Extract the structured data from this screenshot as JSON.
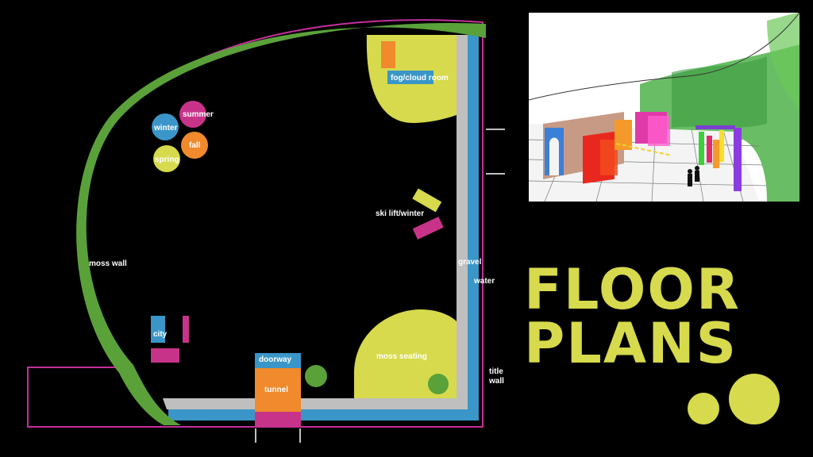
{
  "title": {
    "line1": "FLOOR",
    "line2": "PLANS"
  },
  "labels": {
    "seasons": {
      "summer": "summer",
      "winter": "winter",
      "fall": "fall",
      "spring": "spring"
    },
    "fog_cloud_room": "fog/cloud room",
    "ski_lift": "ski lift/winter",
    "moss_wall": "moss wall",
    "gravel": "gravel",
    "water": "water",
    "city": "city",
    "doorway": "doorway",
    "tunnel": "tunnel",
    "moss_seating": "moss seating",
    "title_wall": "title\nwall"
  },
  "colors": {
    "background": "#000000",
    "moss_green": "#5aa13a",
    "gravel_grey": "#bfbfbf",
    "water_blue": "#3a96c8",
    "yellow": "#d6da4c",
    "orange": "#f08a2c",
    "magenta": "#c8338a",
    "outline_pink": "#c42f9a",
    "title_yellow": "#d6da4c"
  },
  "sketch": {
    "description_icon": "room-perspective-sketch"
  }
}
